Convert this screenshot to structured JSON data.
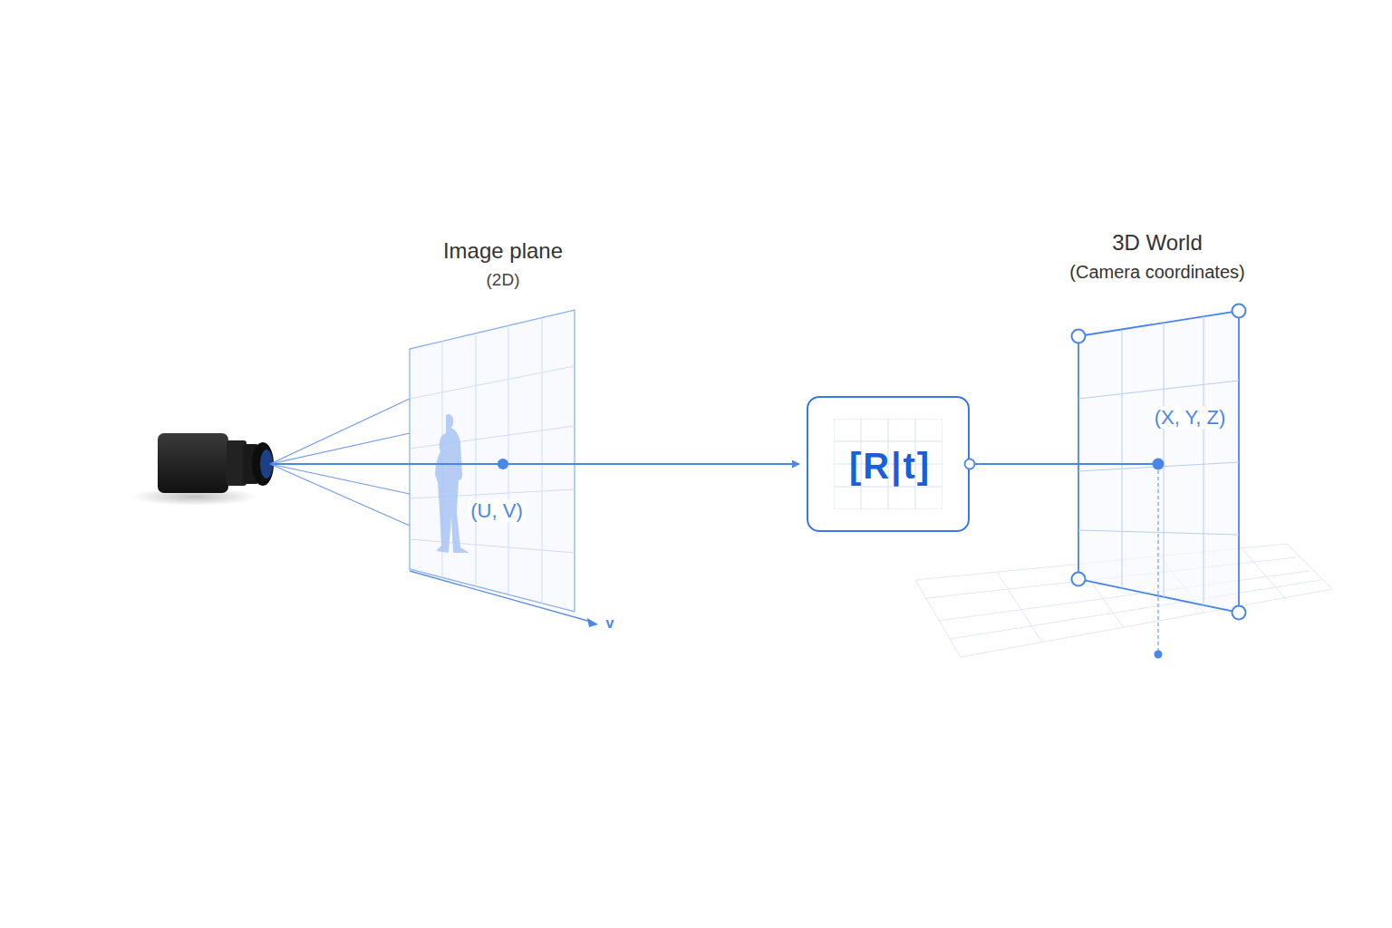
{
  "diagram": {
    "nodes": [
      {
        "text": [
          "Image plane",
          "(2D)",
          "(U, V)"
        ]
      },
      {
        "text": [
          "[R|t]"
        ]
      },
      {
        "text": [
          "3D World",
          "(Camera coordinates)",
          "(X, Y, Z)"
        ]
      }
    ],
    "edges": [
      {
        "from": 0,
        "to": 1,
        "arrow": "to"
      },
      {
        "from": 1,
        "to": 2,
        "arrow": "none"
      }
    ],
    "labels": [
      "v"
    ]
  }
}
